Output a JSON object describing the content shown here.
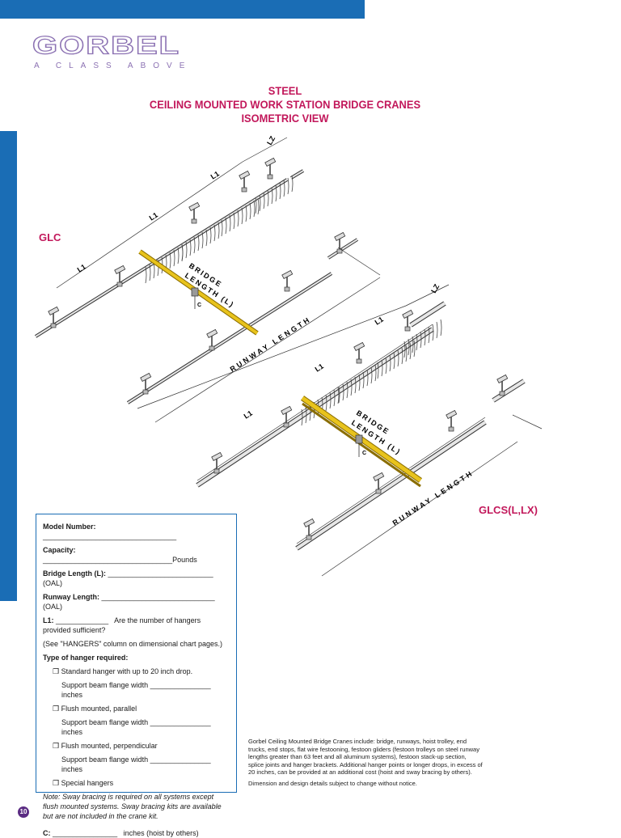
{
  "brand": {
    "name": "GORBEL",
    "tagline": "A CLASS ABOVE"
  },
  "title": {
    "line1": "STEEL",
    "line2": "CEILING MOUNTED WORK STATION BRIDGE CRANES",
    "line3": "ISOMETRIC VIEW"
  },
  "labels": {
    "glc": "GLC",
    "glcs": "GLCS(L,LX)"
  },
  "drawing": {
    "top": {
      "bridge": "BRIDGE",
      "length": "LENGTH (L)",
      "runway": "RUNWAY LENGTH",
      "l1": "L1",
      "lz": "LZ",
      "c": "C"
    },
    "bottom": {
      "bridge": "BRIDGE",
      "length": "LENGTH (L)",
      "runway": "RUNWAY LENGTH",
      "l1": "L1",
      "lz": "LZ",
      "c": "C"
    }
  },
  "form": {
    "model": {
      "label": "Model Number:",
      "blank": "_________________________________"
    },
    "capacity": {
      "label": "Capacity:",
      "blank": "________________________________",
      "suffix": "Pounds"
    },
    "bridge_length": {
      "label": "Bridge Length (L):",
      "blank": "__________________________",
      "suffix": "(OAL)"
    },
    "runway_length": {
      "label": "Runway Length:",
      "blank": "____________________________",
      "suffix": "(OAL)"
    },
    "l1": {
      "label": "L1:",
      "blank": "_____________",
      "text": "Are the number of hangers provided sufficient?"
    },
    "see_note": "(See \"HANGERS\" column on dimensional chart pages.)",
    "hanger_heading": "Type of hanger required:",
    "hangers": [
      {
        "option": "❒ Standard hanger with up to 20 inch drop.",
        "sub": "Support beam flange width _______________  inches"
      },
      {
        "option": "❒ Flush mounted, parallel",
        "sub": "Support beam flange width _______________  inches"
      },
      {
        "option": "❒ Flush mounted, perpendicular",
        "sub": "Support beam flange width _______________  inches"
      },
      {
        "option": "❒ Special hangers",
        "sub": ""
      }
    ],
    "note": "Note: Sway bracing is required on all systems except flush mounted systems. Sway bracing kits are available but are not included in the crane kit.",
    "c": {
      "label": "C:",
      "blank": "________________",
      "suffix": "inches (hoist by others)"
    }
  },
  "info": {
    "p1": "Gorbel Ceiling Mounted Bridge Cranes include: bridge, runways, hoist trolley, end trucks, end stops, flat wire festooning, festoon gliders (festoon trolleys on steel runway lengths greater than 63 feet and all aluminum systems), festoon stack-up section, splice joints and hanger brackets.  Additional hanger points or longer drops, in excess of 20 inches, can be provided at an additional cost (hoist and sway bracing by others).",
    "p2": "Dimension and design details subject to change without notice."
  },
  "page_number": "10",
  "colors": {
    "accent_blue": "#1a6db5",
    "title_magenta": "#c2185b",
    "logo_purple": "#8c72b3",
    "bridge_yellow": "#e8c31c"
  }
}
